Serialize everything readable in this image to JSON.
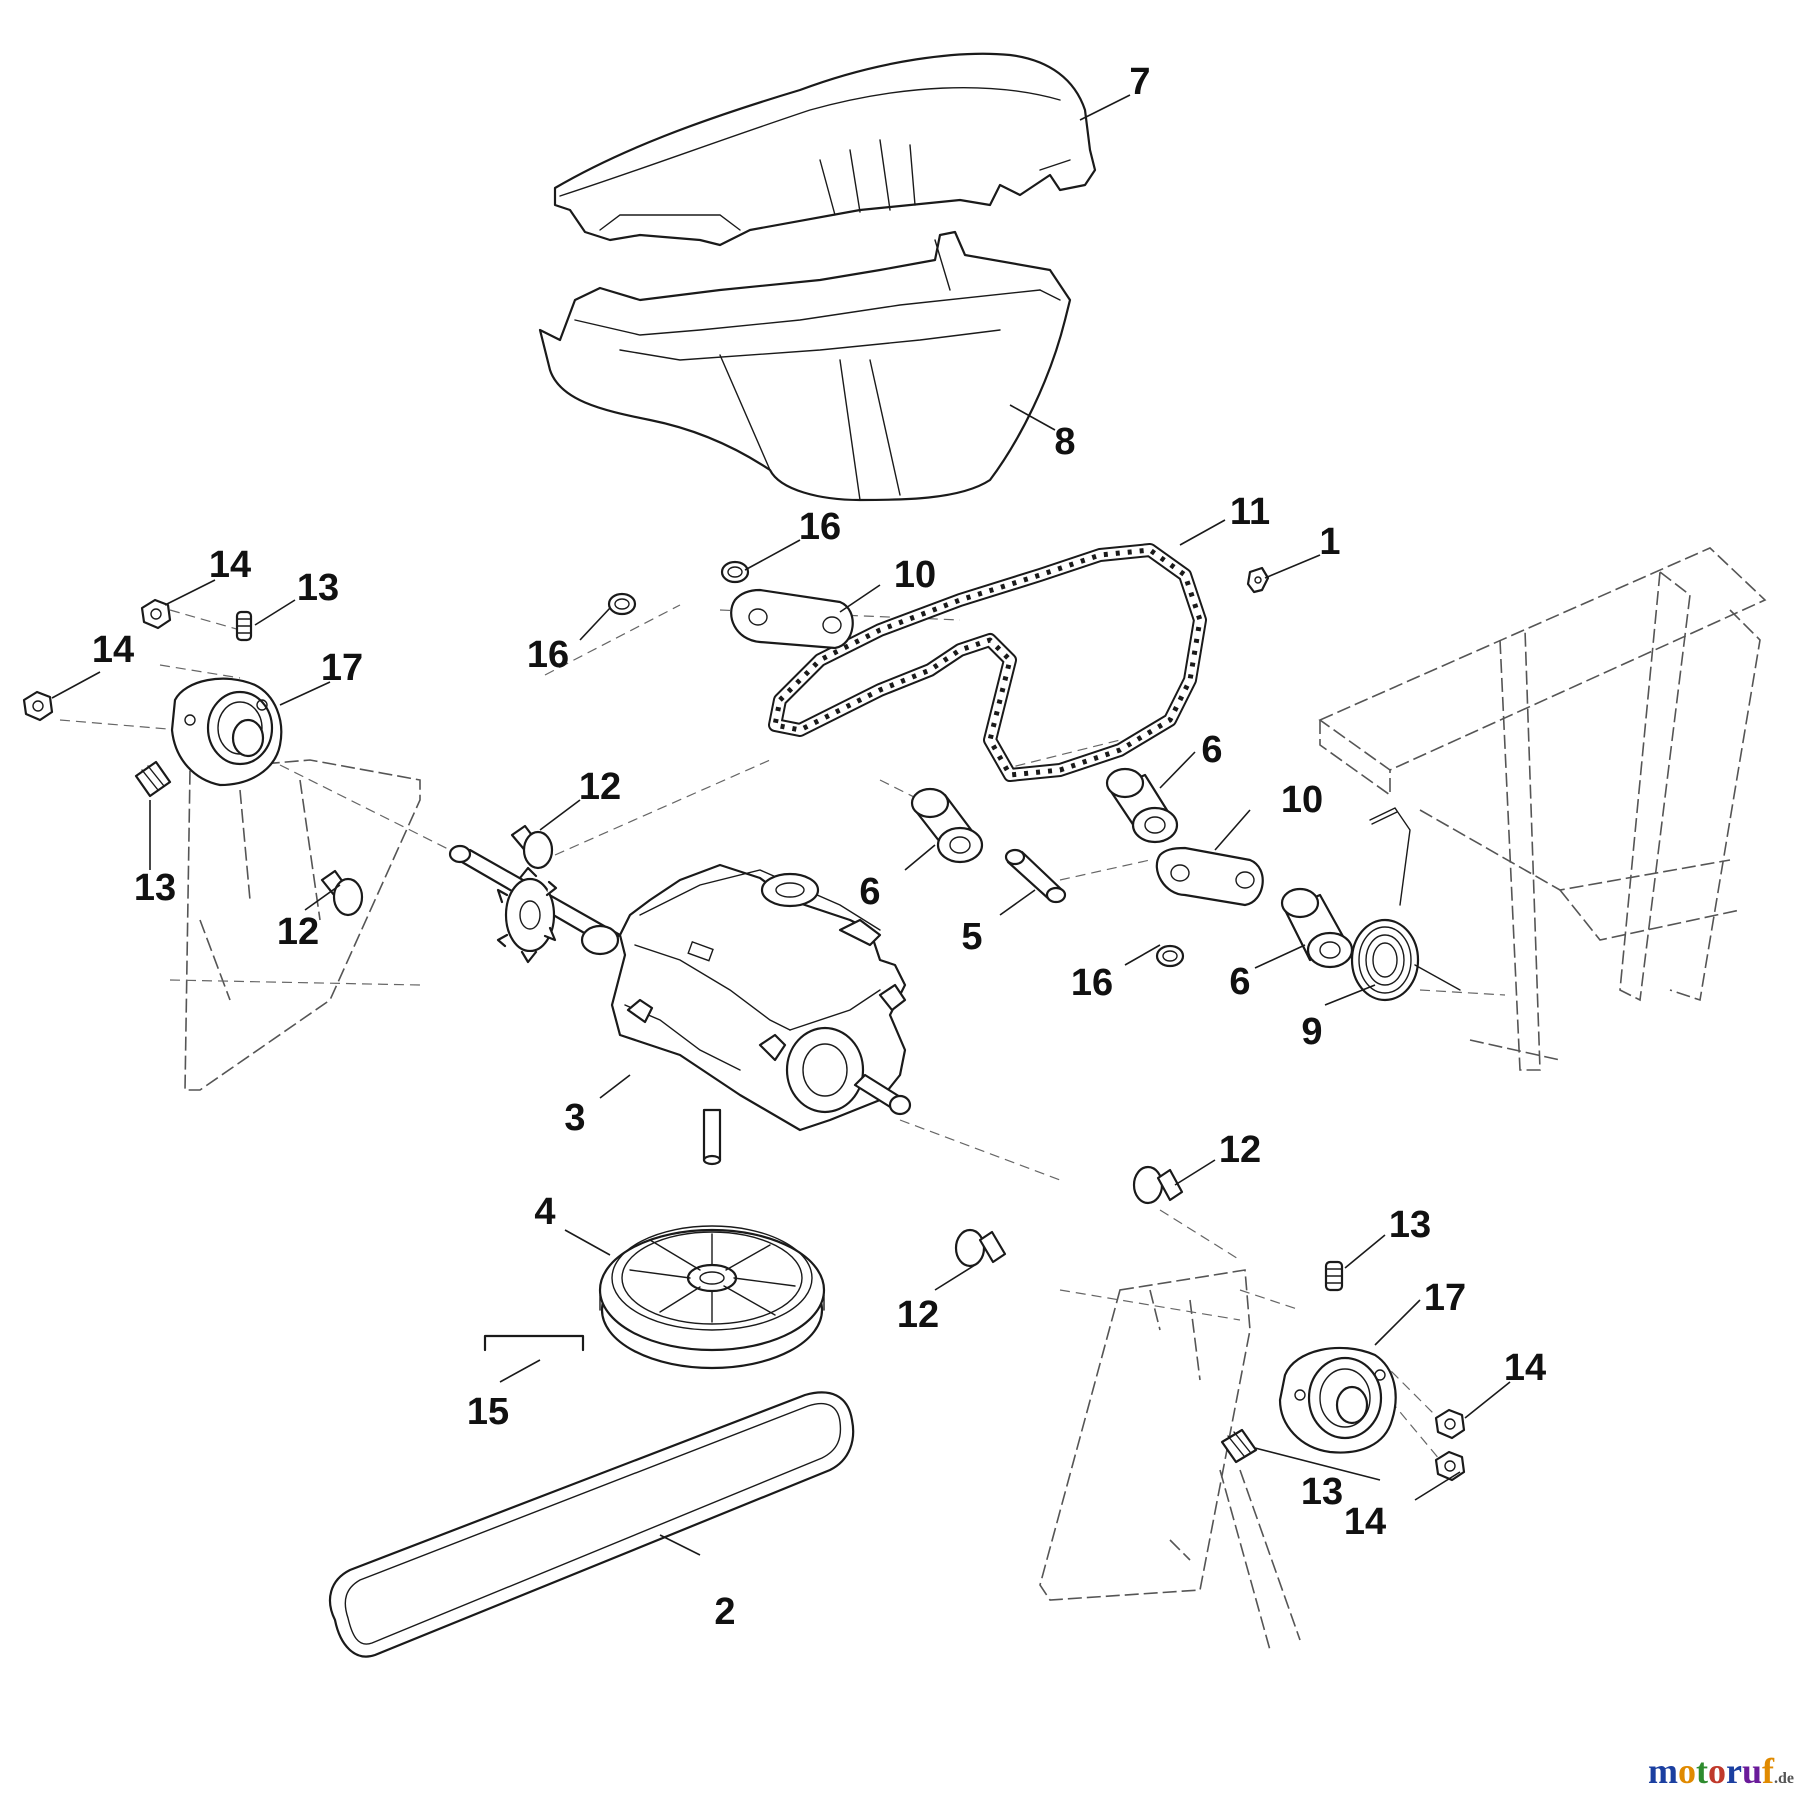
{
  "diagram": {
    "callouts": [
      {
        "id": "c7",
        "text": "7"
      },
      {
        "id": "c8",
        "text": "8"
      },
      {
        "id": "c16a",
        "text": "16"
      },
      {
        "id": "c16b",
        "text": "16"
      },
      {
        "id": "c16c",
        "text": "16"
      },
      {
        "id": "c10a",
        "text": "10"
      },
      {
        "id": "c10b",
        "text": "10"
      },
      {
        "id": "c11",
        "text": "11"
      },
      {
        "id": "c1",
        "text": "1"
      },
      {
        "id": "c14a",
        "text": "14"
      },
      {
        "id": "c14b",
        "text": "14"
      },
      {
        "id": "c14c",
        "text": "14"
      },
      {
        "id": "c14d",
        "text": "14"
      },
      {
        "id": "c13a",
        "text": "13"
      },
      {
        "id": "c13b",
        "text": "13"
      },
      {
        "id": "c13c",
        "text": "13"
      },
      {
        "id": "c13d",
        "text": "13"
      },
      {
        "id": "c17a",
        "text": "17"
      },
      {
        "id": "c17b",
        "text": "17"
      },
      {
        "id": "c12a",
        "text": "12"
      },
      {
        "id": "c12b",
        "text": "12"
      },
      {
        "id": "c12c",
        "text": "12"
      },
      {
        "id": "c12d",
        "text": "12"
      },
      {
        "id": "c6a",
        "text": "6"
      },
      {
        "id": "c6b",
        "text": "6"
      },
      {
        "id": "c6c",
        "text": "6"
      },
      {
        "id": "c5",
        "text": "5"
      },
      {
        "id": "c9",
        "text": "9"
      },
      {
        "id": "c3",
        "text": "3"
      },
      {
        "id": "c4",
        "text": "4"
      },
      {
        "id": "c15",
        "text": "15"
      },
      {
        "id": "c2",
        "text": "2"
      }
    ]
  },
  "watermark": {
    "letters": [
      "m",
      "o",
      "t",
      "o",
      "r",
      "u",
      "f"
    ],
    "colors": [
      "#1b3fa0",
      "#e08a00",
      "#2e8b2e",
      "#c0392b",
      "#1b3fa0",
      "#6a1b9a",
      "#e08a00"
    ],
    "suffix": ".de"
  }
}
